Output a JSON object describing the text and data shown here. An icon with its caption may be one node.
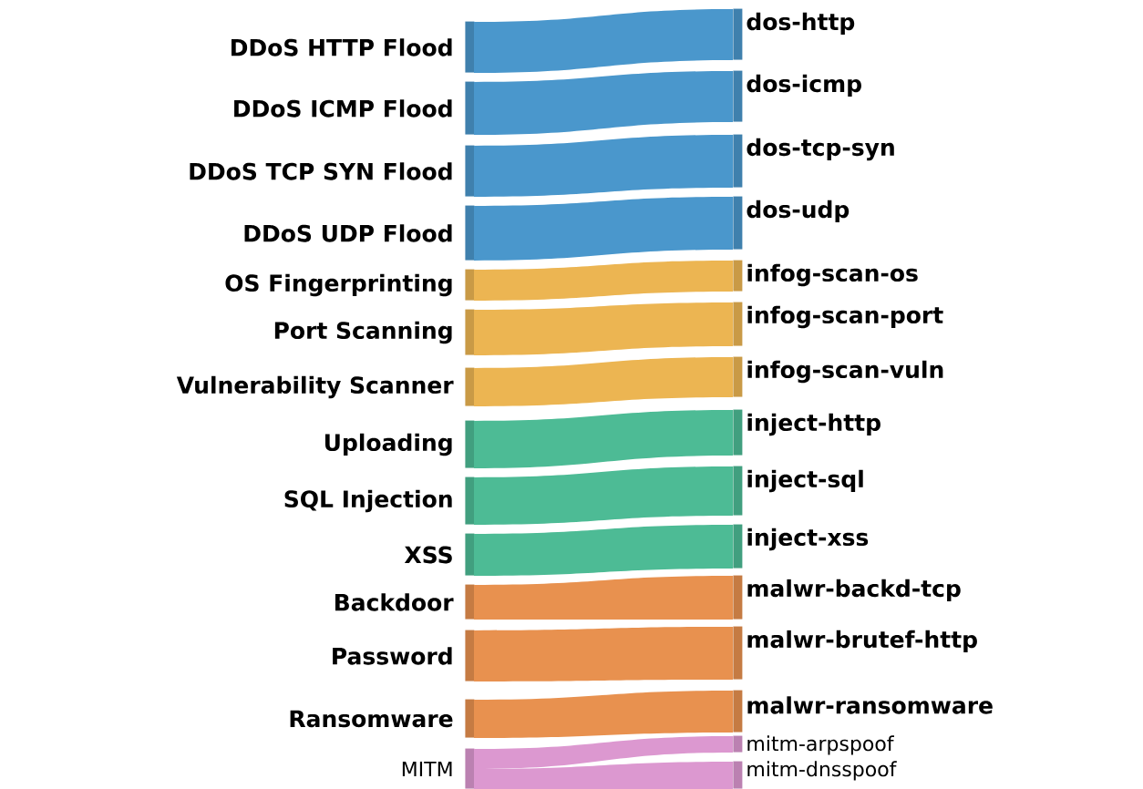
{
  "diagram": {
    "nodes": [
      {
        "text": [
          "DDoS HTTP Flood"
        ]
      },
      {
        "text": [
          "DDoS ICMP Flood"
        ]
      },
      {
        "text": [
          "DDoS TCP SYN Flood"
        ]
      },
      {
        "text": [
          "DDoS UDP Flood"
        ]
      },
      {
        "text": [
          "OS Fingerprinting"
        ]
      },
      {
        "text": [
          "Port Scanning"
        ]
      },
      {
        "text": [
          "Vulnerability Scanner"
        ]
      },
      {
        "text": [
          "Uploading"
        ]
      },
      {
        "text": [
          "SQL Injection"
        ]
      },
      {
        "text": [
          "XSS"
        ]
      },
      {
        "text": [
          "Backdoor"
        ]
      },
      {
        "text": [
          "Password"
        ]
      },
      {
        "text": [
          "Ransomware"
        ]
      },
      {
        "text": [
          "MITM"
        ]
      },
      {
        "text": [
          "dos-http"
        ]
      },
      {
        "text": [
          "dos-icmp"
        ]
      },
      {
        "text": [
          "dos-tcp-syn"
        ]
      },
      {
        "text": [
          "dos-udp"
        ]
      },
      {
        "text": [
          "infog-scan-os"
        ]
      },
      {
        "text": [
          "infog-scan-port"
        ]
      },
      {
        "text": [
          "infog-scan-vuln"
        ]
      },
      {
        "text": [
          "inject-http"
        ]
      },
      {
        "text": [
          "inject-sql"
        ]
      },
      {
        "text": [
          "inject-xss"
        ]
      },
      {
        "text": [
          "malwr-backd-tcp"
        ]
      },
      {
        "text": [
          "malwr-brutef-http"
        ]
      },
      {
        "text": [
          "malwr-ransomware"
        ]
      },
      {
        "text": [
          "mitm-arpspoof"
        ]
      },
      {
        "text": [
          "mitm-dnsspoof"
        ]
      }
    ],
    "edges": [
      {
        "from": 0,
        "to": 14,
        "arrow": "none",
        "color": "#4a97cc"
      },
      {
        "from": 1,
        "to": 15,
        "arrow": "none",
        "color": "#4a97cc"
      },
      {
        "from": 2,
        "to": 16,
        "arrow": "none",
        "color": "#4a97cc"
      },
      {
        "from": 3,
        "to": 17,
        "arrow": "none",
        "color": "#4a97cc"
      },
      {
        "from": 4,
        "to": 18,
        "arrow": "none",
        "color": "#ecb552"
      },
      {
        "from": 5,
        "to": 19,
        "arrow": "none",
        "color": "#ecb552"
      },
      {
        "from": 6,
        "to": 20,
        "arrow": "none",
        "color": "#ecb552"
      },
      {
        "from": 7,
        "to": 21,
        "arrow": "none",
        "color": "#4dbb95"
      },
      {
        "from": 8,
        "to": 22,
        "arrow": "none",
        "color": "#4dbb95"
      },
      {
        "from": 9,
        "to": 23,
        "arrow": "none",
        "color": "#4dbb95"
      },
      {
        "from": 10,
        "to": 24,
        "arrow": "none",
        "color": "#e8914f"
      },
      {
        "from": 11,
        "to": 25,
        "arrow": "none",
        "color": "#e8914f"
      },
      {
        "from": 12,
        "to": 26,
        "arrow": "none",
        "color": "#e8914f"
      },
      {
        "from": 13,
        "to": 27,
        "arrow": "none",
        "color": "#dc98d0"
      },
      {
        "from": 13,
        "to": 28,
        "arrow": "none",
        "color": "#dc98d0"
      }
    ]
  }
}
